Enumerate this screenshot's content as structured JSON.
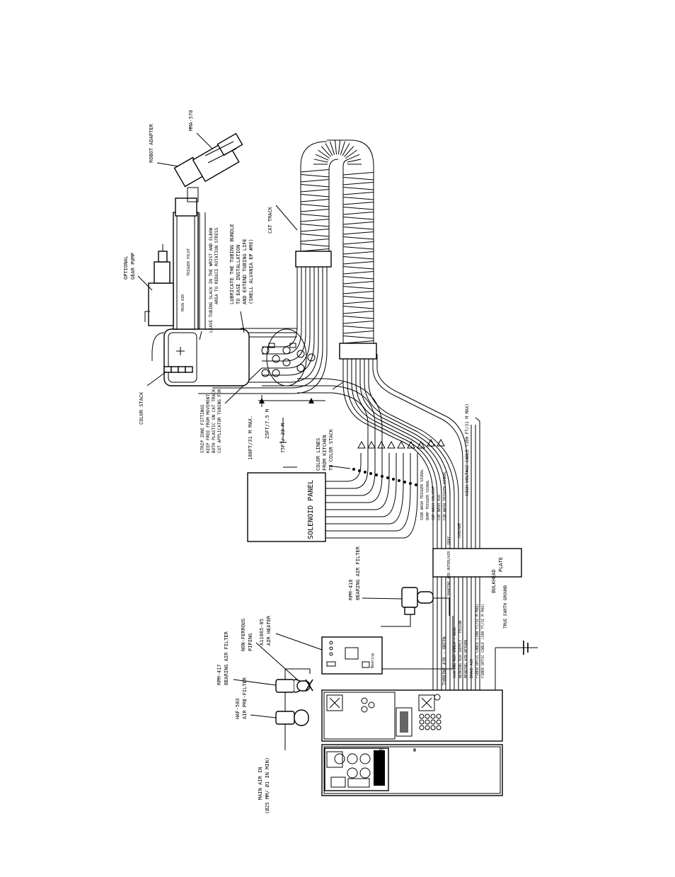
{
  "diagram": {
    "labels": {
      "robot_adapter": "ROBOT ADAPTER",
      "mma_570": "MMA-570",
      "optional_gear_pump": "OPTIONAL",
      "optional_gear_pump_2": "GEAR PUMP",
      "trigger_pilot": "TRIGGER PILOT",
      "main_air": "MAIN AIR",
      "leave_tubing_slack": "LEAVE TUBING SLACK IN THE WRIST AND ELBOW",
      "reduce_rotation_stress": "AREA TO REDUCE ROTATION STRESS",
      "lubricate_1": "LUBRICATE THE TUBING BUNDLE",
      "lubricate_2": "TO EASE INSTALLATION",
      "lubricate_3": "AND EXTEND TUBING LIFE",
      "lubricate_4": "(SHELL ALVANIA EP #RO)",
      "cat_track": "CAT TRACK",
      "color_stack": "COLOR STACK",
      "strip_1": "STRIP ZONE FITTINGS",
      "strip_2": "KEEP FREE FROM MOVEMENT",
      "strip_3": "BOTH PLASTIC ON CAT TRACK",
      "strip_4": "CUT APPLICATOR TUBING FOR BEST FIT",
      "dist_100ft": "100FT/31 M  MAX.",
      "dist_25ft": "25FT/7.5 M",
      "dist_75ft": "75FT/ 23 M",
      "color_lines_1": "COLOR LINES",
      "color_lines_2": "FROM KITCHEN",
      "color_lines_3": "TO COLOR STACK",
      "solenoid_panel": "SOLENOID PANEL",
      "rpm418": "RPM-418",
      "bearing_air_filter": "BEARING AIR FILTER",
      "bulkhead": "BULKHEAD",
      "plate": "PLATE",
      "non_ferrous": "NON-FERROUS",
      "piping": "PIPING",
      "a11065": "A11065-05",
      "air_heater": "AIR HEATER",
      "rpm417": "RPM-417",
      "bearing_air_filter_2": "BEARING AIR FILTER",
      "haf503": "HAF-503",
      "air_pre_filter": "AIR PRE-FILTER",
      "main_air_in": "MAIN AIR IN",
      "main_air_in_2": "(Ø25 MM/ Ø1 IN MIN)",
      "true_earth": "TRUE EARTH GROUND",
      "hv_cable": "HIGH VOLTAGE CABLE (100 FT/31 M MAX)",
      "cascade": "CASCADE",
      "turbine_air": "TURBINE AIR - GREEN",
      "shaping_air_outer": "SHAPING AIR OUTER/AIR - GRAY",
      "shaping_air_inner": "SHAPING AIR INNER - BLUE",
      "bearing_air_supply": "BEARING AIR SUPPLY - YELLOW",
      "bearing_air_return": "BEARING AIR RETURN",
      "brake_air": "BRAKE AIR",
      "fiber_optic_1": "FIBER OPTIC CABLE (100 FT/31 M MAX)",
      "fiber_optic_2": "FIBER OPTIC CABLE (100 FT/31 M MAX)",
      "dump_valve": "DUMP VALVE",
      "cup_wash_solvent": "CUP WASH SOLVENT",
      "cup_wash_air": "CUP WASH AIR",
      "cup_wash_trigger": "CUP WASH TRIGGER SIGNAL",
      "paint_trigger": "PAINT TRIGGER SIGNAL",
      "dump_trigger": "DUMP TRIGGER SIGNAL",
      "side_wash_trigger": "SIDE WASH TRIGGER SIGNAL",
      "bearing": "Bearing",
      "controller_brand": "Ransburg"
    }
  }
}
